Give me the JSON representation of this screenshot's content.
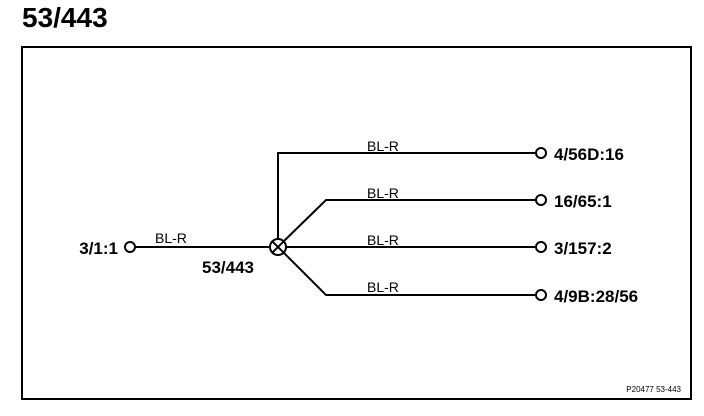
{
  "title": "53/443",
  "splice": {
    "label": "53/443"
  },
  "input": {
    "connector": "3/1:1",
    "wire": "BL-R"
  },
  "outputs": [
    {
      "wire": "BL-R",
      "connector": "4/56D:16"
    },
    {
      "wire": "BL-R",
      "connector": "16/65:1"
    },
    {
      "wire": "BL-R",
      "connector": "3/157:2"
    },
    {
      "wire": "BL-R",
      "connector": "4/9B:28/56"
    }
  ],
  "reference": "P20477 53-443"
}
